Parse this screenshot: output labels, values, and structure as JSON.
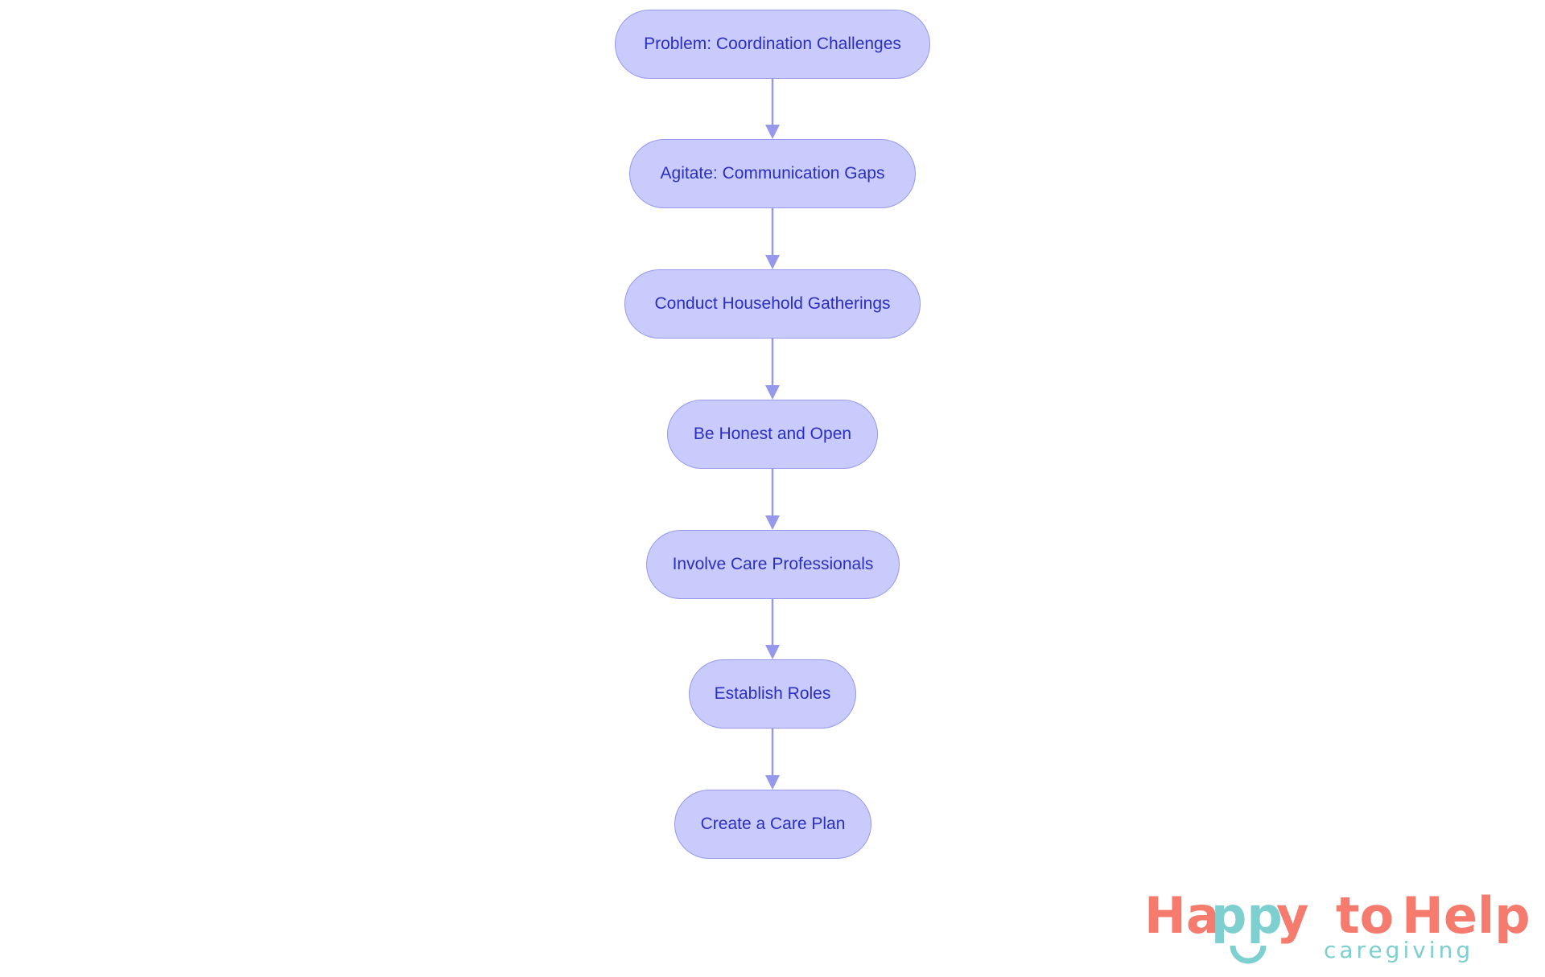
{
  "diagram": {
    "type": "flowchart",
    "direction": "top-to-bottom",
    "colors": {
      "node_fill": "#c9cbfd",
      "node_border": "#9698ec",
      "node_text": "#2b2fbf",
      "edge": "#9698ec"
    },
    "nodes": [
      {
        "id": "n1",
        "label": "Problem: Coordination Challenges"
      },
      {
        "id": "n2",
        "label": "Agitate: Communication Gaps"
      },
      {
        "id": "n3",
        "label": "Conduct Household Gatherings"
      },
      {
        "id": "n4",
        "label": "Be Honest and Open"
      },
      {
        "id": "n5",
        "label": "Involve Care Professionals"
      },
      {
        "id": "n6",
        "label": "Establish Roles"
      },
      {
        "id": "n7",
        "label": "Create a Care Plan"
      }
    ],
    "edges": [
      {
        "from": "n1",
        "to": "n2"
      },
      {
        "from": "n2",
        "to": "n3"
      },
      {
        "from": "n3",
        "to": "n4"
      },
      {
        "from": "n4",
        "to": "n5"
      },
      {
        "from": "n5",
        "to": "n6"
      },
      {
        "from": "n6",
        "to": "n7"
      }
    ]
  },
  "logo": {
    "word1_part1": "Ha",
    "word1_part2": "pp",
    "word1_part3": "y",
    "word2": "to",
    "word3": "Help",
    "subtitle": "caregiving",
    "colors": {
      "coral": "#f47b6d",
      "teal": "#7ecfcf"
    }
  }
}
